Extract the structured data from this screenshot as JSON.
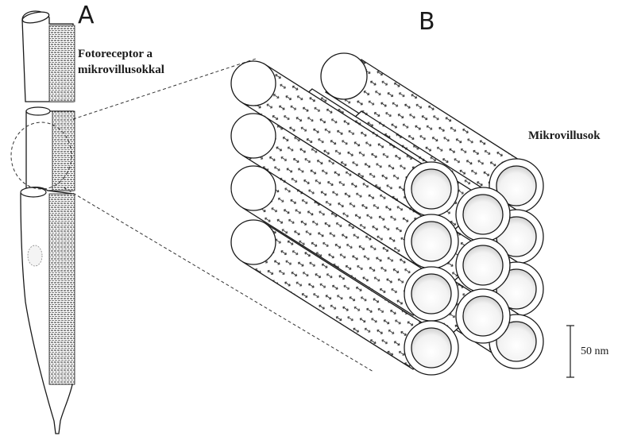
{
  "panel_a": {
    "letter": "A",
    "caption_line1": "Fotoreceptor a",
    "caption_line2": "mikrovillusokkal"
  },
  "panel_b": {
    "letter": "B",
    "label": "Mikrovillusok"
  },
  "scale_bar": {
    "label": "50 nm"
  },
  "colors": {
    "ink": "#1a1a1a",
    "stipple": "#9a9a9a",
    "paper": "#ffffff"
  }
}
